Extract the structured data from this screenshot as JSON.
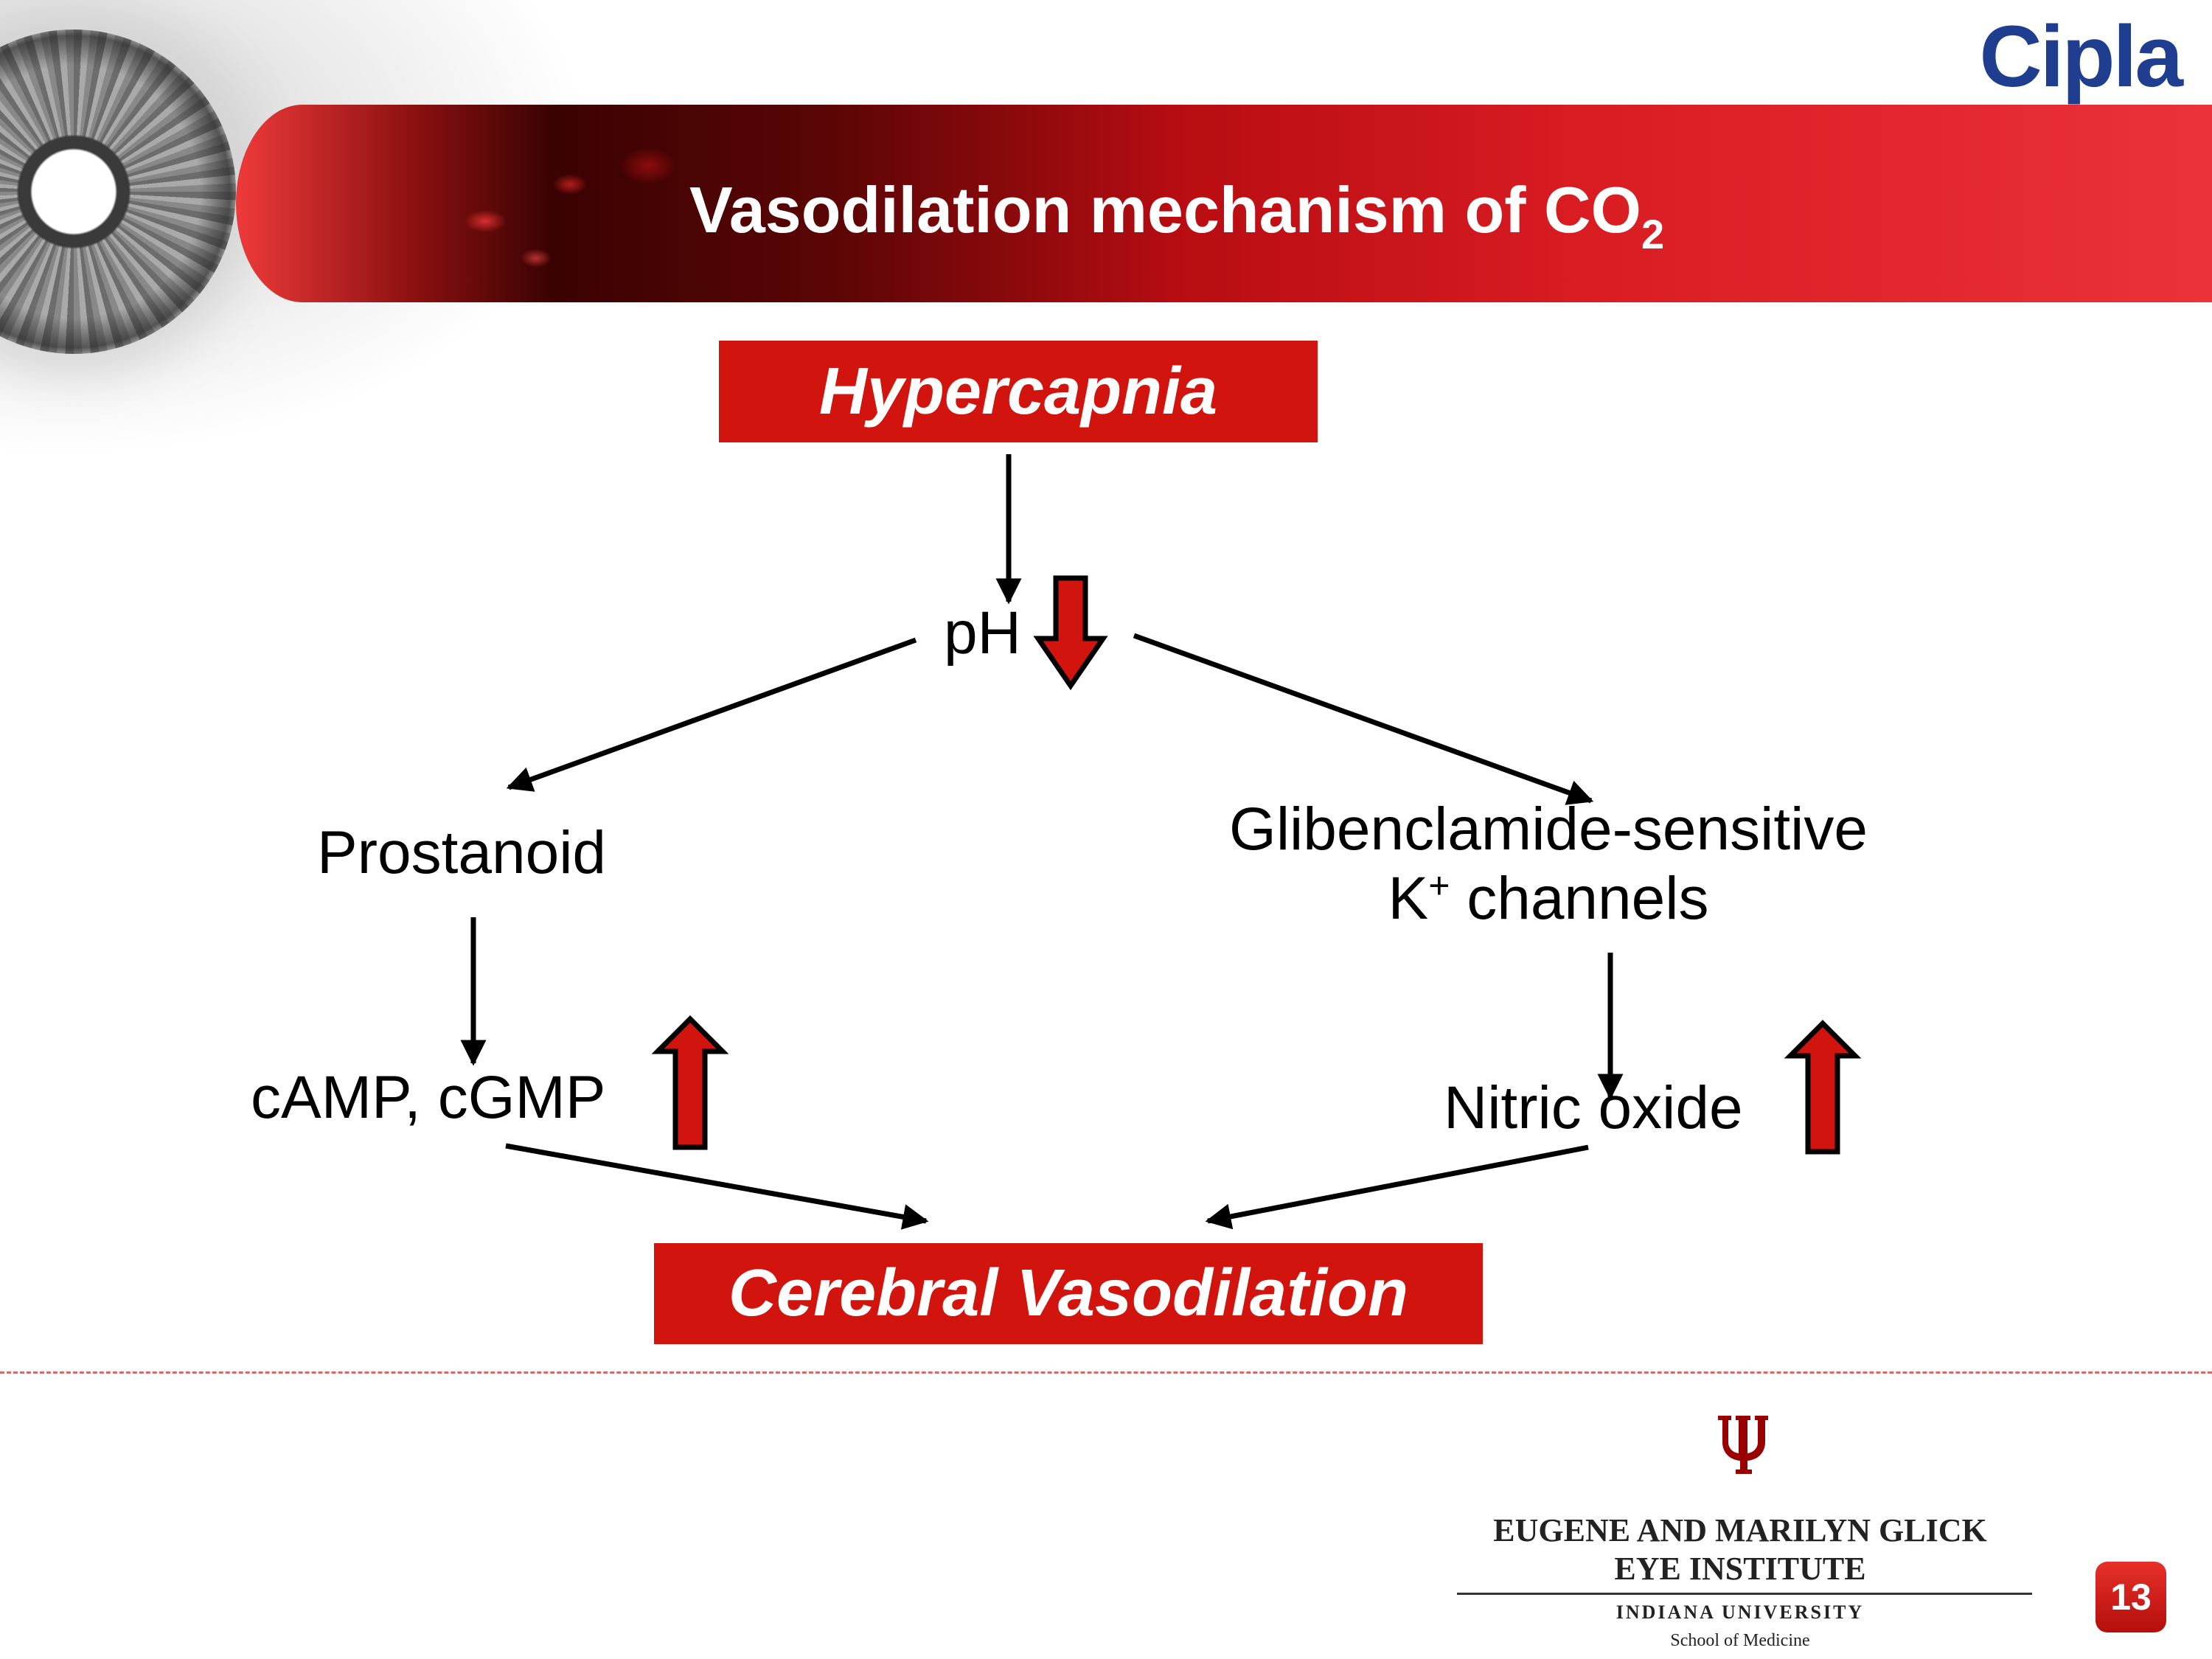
{
  "slide": {
    "brand": "Cipla",
    "title_main": "Vasodilation mechanism of CO",
    "title_subscript": "2",
    "page_number": "13"
  },
  "diagram": {
    "top_box": "Hypercapnia",
    "ph": "pH",
    "prostanoid": "Prostanoid",
    "glibenclamide_line1": "Glibenclamide-sensitive",
    "glibenclamide_k": "K",
    "glibenclamide_superscript": "+",
    "glibenclamide_line2_rest": " channels",
    "camp_cgmp": "cAMP, cGMP",
    "nitric_oxide": "Nitric oxide",
    "bottom_box": "Cerebral Vasodilation",
    "indicators": [
      {
        "name": "ph-decrease",
        "direction": "down"
      },
      {
        "name": "camp-increase",
        "direction": "up"
      },
      {
        "name": "nitric-oxide-increase",
        "direction": "up"
      }
    ]
  },
  "institute": {
    "line1": "EUGENE AND MARILYN GLICK",
    "line2": "EYE INSTITUTE",
    "line3": "INDIANA UNIVERSITY",
    "line4": "School of Medicine"
  },
  "colors": {
    "accent_red": "#d2140f",
    "brand_blue": "#1f3e8f",
    "iu_crimson": "#990000"
  }
}
